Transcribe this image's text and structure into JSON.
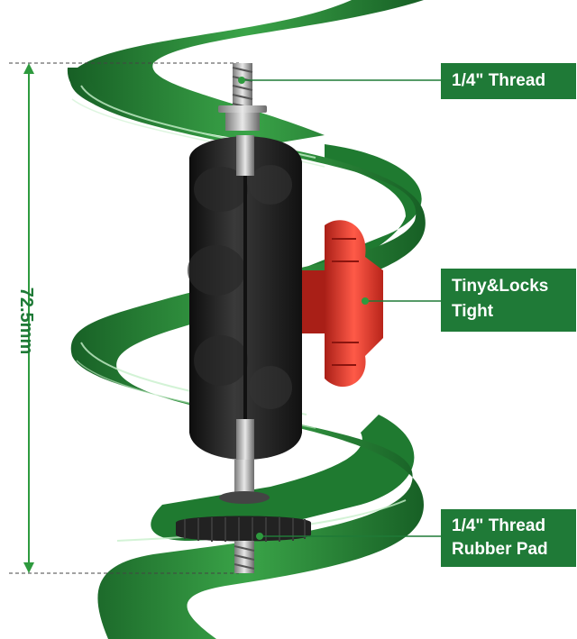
{
  "dimension": {
    "label": "72.5mm"
  },
  "callouts": [
    {
      "lines": [
        "1/4\" Thread"
      ]
    },
    {
      "lines": [
        "Tiny&Locks",
        "Tight"
      ]
    },
    {
      "lines": [
        "1/4\" Thread",
        "Rubber Pad"
      ]
    }
  ],
  "colors": {
    "ribbon": "#2e8b3a",
    "ribbon_dark": "#1e6a2a",
    "callout_bg": "#1f7a37",
    "knob": "#e23a2e",
    "body": "#1c1c1c"
  }
}
